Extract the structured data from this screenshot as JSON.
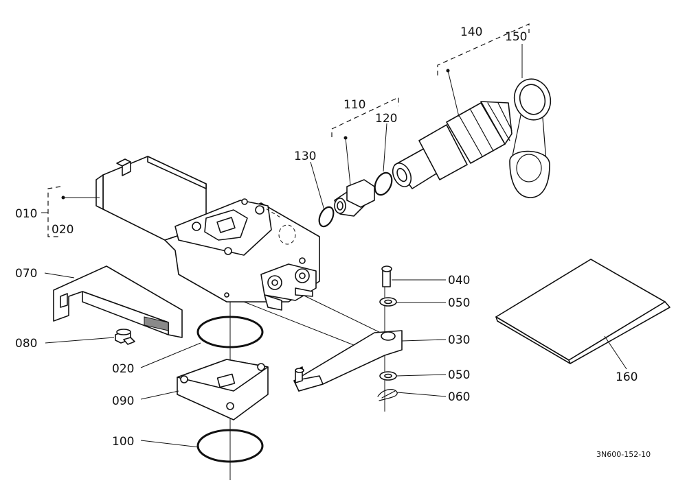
{
  "labels": {
    "p010": "010",
    "p020_top": "020",
    "p020": "020",
    "p030": "030",
    "p040": "040",
    "p050_top": "050",
    "p050_bottom": "050",
    "p060": "060",
    "p070": "070",
    "p080": "080",
    "p090": "090",
    "p100": "100",
    "p110": "110",
    "p120": "120",
    "p130": "130",
    "p140": "140",
    "p150": "150",
    "p160": "160"
  },
  "diagram_code": "3N600-152-10"
}
